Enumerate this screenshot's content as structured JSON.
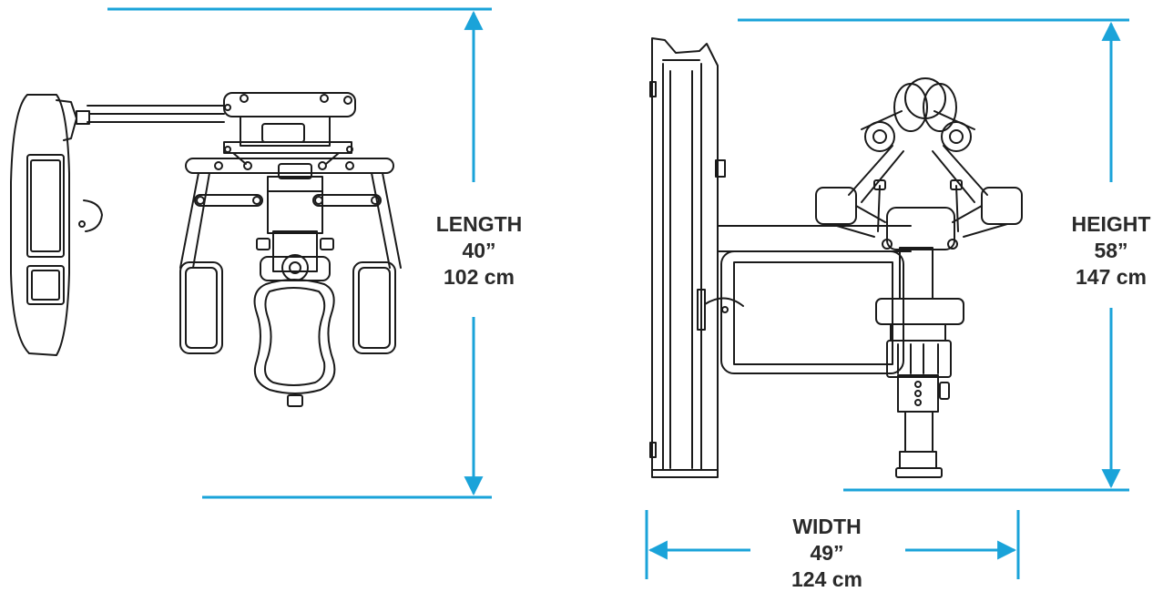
{
  "dimensions": {
    "length": {
      "name": "LENGTH",
      "imperial": "40”",
      "metric": "102 cm"
    },
    "height": {
      "name": "HEIGHT",
      "imperial": "58”",
      "metric": "147 cm"
    },
    "width": {
      "name": "WIDTH",
      "imperial": "49”",
      "metric": "124 cm"
    }
  },
  "colors": {
    "dimension_line": "#1aa3d9",
    "drawing_line": "#1a1a1a",
    "label_text": "#2a2a2a"
  }
}
